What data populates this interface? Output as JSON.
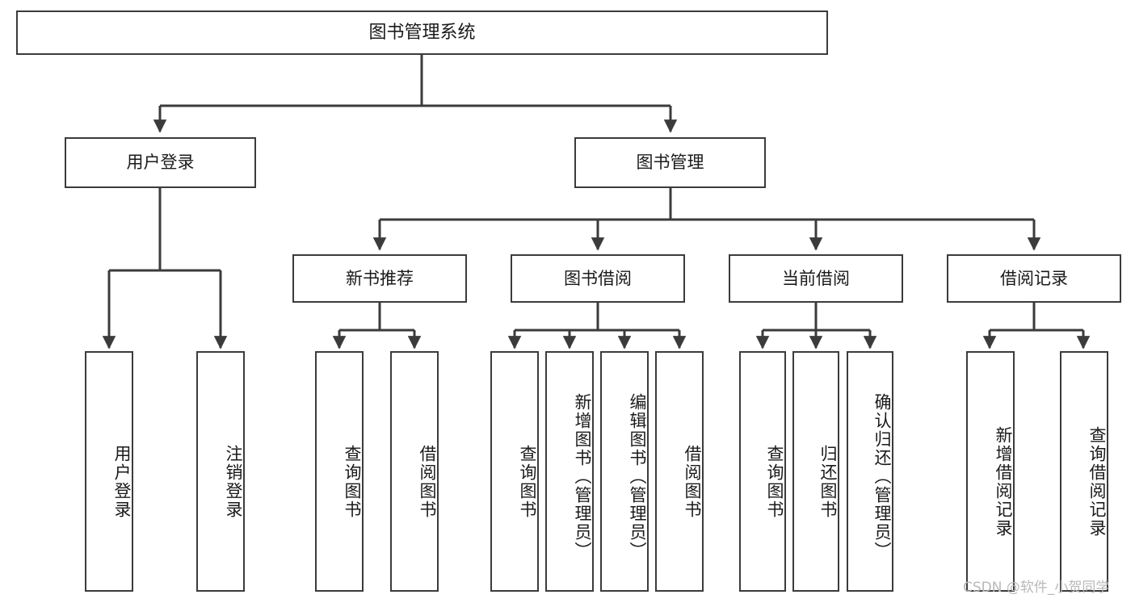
{
  "diagram": {
    "type": "tree-hierarchy",
    "title": "图书管理系统",
    "watermark": "CSDN @软件_小贺同学",
    "colors": {
      "box_border": "#3b3b3b",
      "box_fill": "#ffffff",
      "connector": "#3b3b3b",
      "text": "#1a1a1a",
      "watermark": "#b9b9b9",
      "background": "#ffffff"
    },
    "root": {
      "label": "图书管理系统"
    },
    "level2": [
      {
        "id": "user-login",
        "label": "用户登录"
      },
      {
        "id": "book-management",
        "label": "图书管理"
      }
    ],
    "level3": [
      {
        "id": "new-book-recommend",
        "label": "新书推荐"
      },
      {
        "id": "book-borrow",
        "label": "图书借阅"
      },
      {
        "id": "current-borrow",
        "label": "当前借阅"
      },
      {
        "id": "borrow-record",
        "label": "借阅记录"
      }
    ],
    "leaves": {
      "user_login": [
        {
          "id": "leaf-user-login",
          "label": "用户登录"
        },
        {
          "id": "leaf-logout-login",
          "label": "注销登录"
        }
      ],
      "new_book_recommend": [
        {
          "id": "leaf-query-book-1",
          "label": "查询图书"
        },
        {
          "id": "leaf-borrow-book-1",
          "label": "借阅图书"
        }
      ],
      "book_borrow": [
        {
          "id": "leaf-query-book-2",
          "label": "查询图书"
        },
        {
          "id": "leaf-add-book-admin",
          "label": "新增图书（管理员）"
        },
        {
          "id": "leaf-edit-book-admin",
          "label": "编辑图书（管理员）"
        },
        {
          "id": "leaf-borrow-book-2",
          "label": "借阅图书"
        }
      ],
      "current_borrow": [
        {
          "id": "leaf-query-book-3",
          "label": "查询图书"
        },
        {
          "id": "leaf-return-book",
          "label": "归还图书"
        },
        {
          "id": "leaf-confirm-return-admin",
          "label": "确认归还（管理员）"
        }
      ],
      "borrow_record": [
        {
          "id": "leaf-add-borrow-record",
          "label": "新增借阅记录"
        },
        {
          "id": "leaf-query-borrow-record",
          "label": "查询借阅记录"
        }
      ]
    }
  }
}
